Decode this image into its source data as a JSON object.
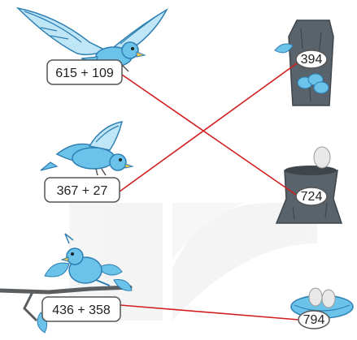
{
  "colors": {
    "line": "#d21e1e",
    "box_border": "#555555",
    "bird_light": "#bfe6f7",
    "bird_mid": "#6cc3ea",
    "bird_dark": "#2e7fb3",
    "stump": "#59636b",
    "stump_dark": "#3e464c",
    "leaf": "#6cc3ea",
    "branch": "#5b5e60",
    "watermark": "#e9e9e9"
  },
  "expressions": [
    {
      "id": "e1",
      "text": "615 + 109"
    },
    {
      "id": "e2",
      "text": "367 + 27"
    },
    {
      "id": "e3",
      "text": "436 + 358"
    }
  ],
  "results": [
    {
      "id": "r1",
      "text": "394"
    },
    {
      "id": "r2",
      "text": "724"
    },
    {
      "id": "r3",
      "text": "794"
    }
  ],
  "connections": [
    {
      "from": "e1",
      "to": "r2"
    },
    {
      "from": "e2",
      "to": "r1"
    },
    {
      "from": "e3",
      "to": "r3"
    }
  ]
}
